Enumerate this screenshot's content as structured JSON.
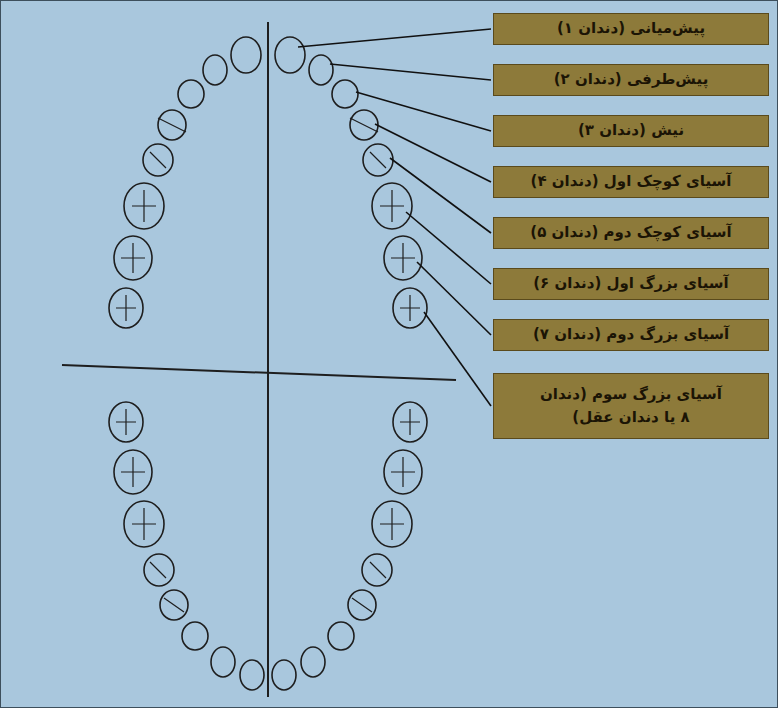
{
  "diagram": {
    "nodes": [
      {
        "text": [
          "پیش‌میانی (دندان ۱)"
        ]
      },
      {
        "text": [
          "پیش‌طرفی (دندان ۲)"
        ]
      },
      {
        "text": [
          "نیش (دندان ۳)"
        ]
      },
      {
        "text": [
          "آسیای کوچک اول (دندان ۴)"
        ]
      },
      {
        "text": [
          "آسیای کوچک دوم (دندان ۵)"
        ]
      },
      {
        "text": [
          "آسیای بزرگ اول (دندان ۶)"
        ]
      },
      {
        "text": [
          "آسیای بزرگ دوم (دندان ۷)"
        ]
      },
      {
        "text": [
          "آسیای بزرگ سوم (دندان ۸ یا دندان عقل)"
        ]
      }
    ]
  }
}
